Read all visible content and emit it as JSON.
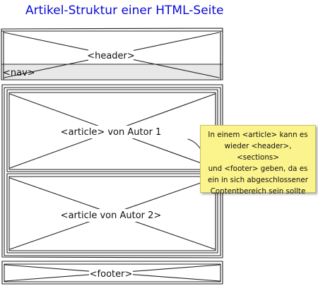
{
  "title": "Artikel-Struktur einer HTML-Seite",
  "labels": {
    "header": "<header>",
    "nav": "<nav>",
    "article1": "<article> von Autor 1",
    "article2": "<article von Autor 2>",
    "footer": "<footer>"
  },
  "note": {
    "lines": [
      "In einem <article> kann es",
      "wieder <header>, <sections>",
      "und <footer> geben, da es",
      "ein in sich abgeschlossener",
      "Contentbereich sein sollte"
    ]
  },
  "colors": {
    "title": "#0a0ad8",
    "note_background": "#fbf38c",
    "nav_band": "#e8e8e8",
    "lines": "#222222"
  }
}
